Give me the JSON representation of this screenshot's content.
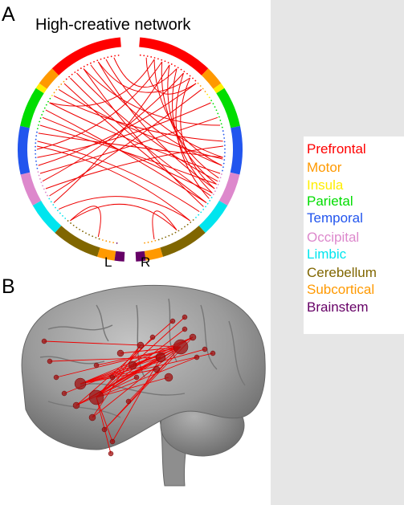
{
  "figure": {
    "panel_a_letter": "A",
    "panel_b_letter": "B",
    "title": "High-creative network",
    "left_label": "L",
    "right_label": "R"
  },
  "legend": {
    "items": [
      {
        "label": "Prefrontal",
        "color": "#ff0000"
      },
      {
        "label": "Motor",
        "color": "#ff9900"
      },
      {
        "label": "Insula",
        "color": "#ffee00"
      },
      {
        "label": "Parietal",
        "color": "#00dd00"
      },
      {
        "label": "Temporal",
        "color": "#2255ee"
      },
      {
        "label": "Occipital",
        "color": "#dd88cc"
      },
      {
        "label": "Limbic",
        "color": "#00e5ee"
      },
      {
        "label": "Cerebellum",
        "color": "#806600"
      },
      {
        "label": "Subcortical",
        "color": "#ff9900"
      },
      {
        "label": "Brainstem",
        "color": "#660066"
      }
    ]
  }
}
